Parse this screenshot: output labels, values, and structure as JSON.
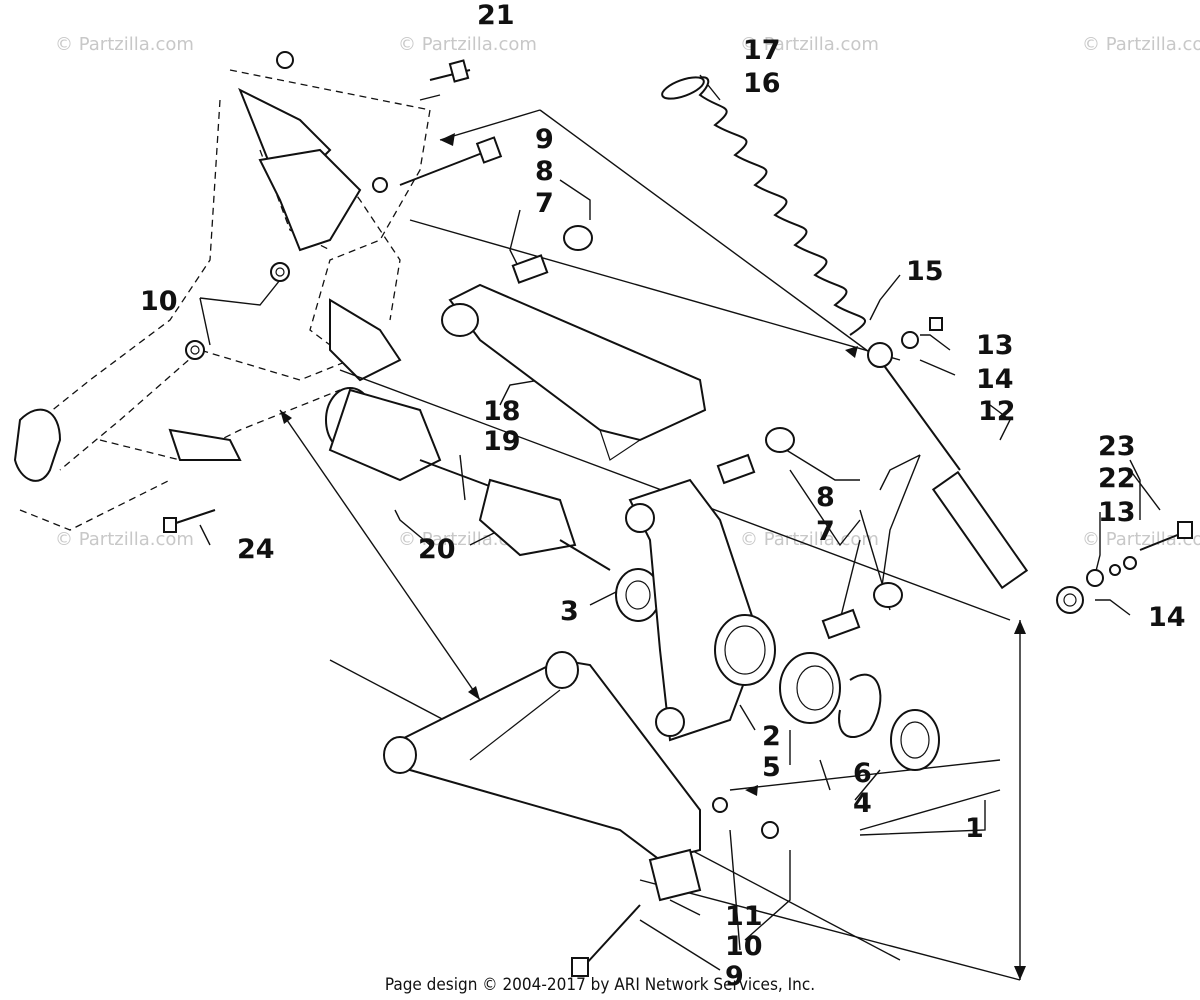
{
  "watermarks": [
    {
      "text": "© Partzilla.com"
    },
    {
      "text": "© Partzilla.com"
    },
    {
      "text": "© Partzilla.com"
    },
    {
      "text": "© Partzilla.com"
    },
    {
      "text": "© Partzilla.com"
    },
    {
      "text": "© Partzilla.com"
    },
    {
      "text": "© Partzilla.com"
    },
    {
      "text": "© Partzilla.com"
    }
  ],
  "callouts": {
    "c21": "21",
    "c17": "17",
    "c16": "16",
    "c9a": "9",
    "c8a": "8",
    "c7a": "7",
    "c15": "15",
    "c10a": "10",
    "c13a": "13",
    "c14a": "14",
    "c18": "18",
    "c12": "12",
    "c19": "19",
    "c23": "23",
    "c22": "22",
    "c13b": "13",
    "c8b": "8",
    "c7b": "7",
    "c20": "20",
    "c24": "24",
    "c3": "3",
    "c14b": "14",
    "c2": "2",
    "c5": "5",
    "c6": "6",
    "c4": "4",
    "c1": "1",
    "c11": "11",
    "c10b": "10",
    "c9b": "9"
  },
  "footer": {
    "credit": "Page design © 2004-2017 by ARI Network Services, Inc."
  }
}
